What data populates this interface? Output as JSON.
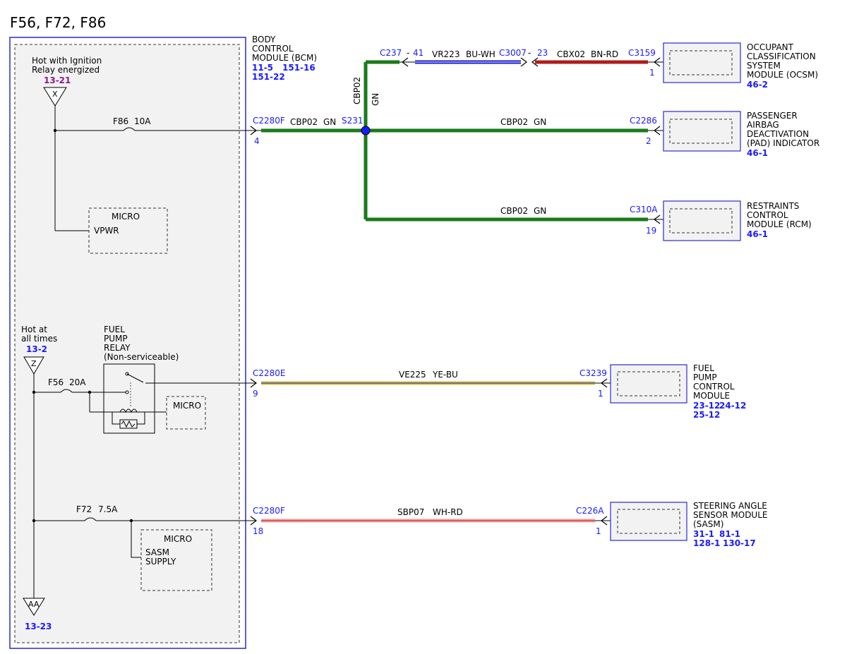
{
  "title": "F56, F72, F86",
  "colors": {
    "green_wire": "#1a7a1a",
    "blue_wire": "#1a1acc",
    "red_wire": "#b01c1c",
    "yellow_wire": "#d8c23a",
    "pink_wire": "#f0a0a0",
    "ref_blue": "#1a1aff",
    "ref_purple": "#8b1a8b",
    "module_border": "#2a2acc",
    "box_fill": "#f2f2f2"
  },
  "bcm": {
    "name_lines": [
      "BODY",
      "CONTROL",
      "MODULE (BCM)"
    ],
    "refs": [
      "11-5",
      "151-16",
      "151-22"
    ]
  },
  "sources": {
    "ignition": {
      "lines": [
        "Hot with Ignition",
        "Relay energized"
      ],
      "ref": "13-21",
      "symbol": "X"
    },
    "always": {
      "lines": [
        "Hot at",
        "all times"
      ],
      "ref": "13-2",
      "symbol": "Z"
    },
    "continuation": {
      "symbol": "AA",
      "ref": "13-23"
    }
  },
  "fuses": {
    "f86": {
      "name": "F86",
      "rating": "10A"
    },
    "f56": {
      "name": "F56",
      "rating": "20A"
    },
    "f72": {
      "name": "F72",
      "rating": "7.5A"
    }
  },
  "relay": {
    "lines": [
      "FUEL",
      "PUMP",
      "RELAY",
      "(Non-serviceable)"
    ]
  },
  "micro_blocks": {
    "top": {
      "title": "MICRO",
      "label": "VPWR"
    },
    "mid": {
      "title": "MICRO"
    },
    "bottom": {
      "title": "MICRO",
      "lines": [
        "SASM",
        "SUPPLY"
      ]
    }
  },
  "splice": {
    "name": "S231",
    "vertical_circuit": "CBP02",
    "vertical_color": "GN"
  },
  "circuits": {
    "bcm_to_splice": {
      "connector": "C2280F",
      "pin": "4",
      "circuit": "CBP02",
      "color": "GN"
    },
    "ocsm_blue": {
      "connector": "C237",
      "pin": "41",
      "circuit": "VR223",
      "color": "BU-WH"
    },
    "ocsm_red": {
      "connector": "C3007",
      "pin": "23",
      "circuit": "CBX02",
      "color": "BN-RD"
    },
    "pad": {
      "circuit": "CBP02",
      "color": "GN"
    },
    "rcm": {
      "circuit": "CBP02",
      "color": "GN"
    },
    "fuel": {
      "connector": "C2280E",
      "pin": "9",
      "circuit": "VE225",
      "color": "YE-BU"
    },
    "sasm": {
      "connector": "C2280F",
      "pin": "18",
      "circuit": "SBP07",
      "color": "WH-RD"
    }
  },
  "modules": {
    "ocsm": {
      "connector": "C3159",
      "pin": "1",
      "name_lines": [
        "OCCUPANT",
        "CLASSIFICATION",
        "SYSTEM",
        "MODULE (OCSM)"
      ],
      "refs": [
        "46-2"
      ]
    },
    "pad": {
      "connector": "C2286",
      "pin": "2",
      "name_lines": [
        "PASSENGER",
        "AIRBAG",
        "DEACTIVATION",
        "(PAD) INDICATOR"
      ],
      "refs": [
        "46-1"
      ]
    },
    "rcm": {
      "connector": "C310A",
      "pin": "19",
      "name_lines": [
        "RESTRAINTS",
        "CONTROL",
        "MODULE (RCM)"
      ],
      "refs": [
        "46-1"
      ]
    },
    "fpcm": {
      "connector": "C3239",
      "pin": "1",
      "name_lines": [
        "FUEL",
        "PUMP",
        "CONTROL",
        "MODULE"
      ],
      "refs": [
        "23-12",
        "24-12",
        "25-12"
      ]
    },
    "sasm": {
      "connector": "C226A",
      "pin": "1",
      "name_lines": [
        "STEERING ANGLE",
        "SENSOR MODULE",
        "(SASM)"
      ],
      "refs": [
        "31-1",
        "81-1",
        "128-1",
        "130-17"
      ]
    }
  }
}
